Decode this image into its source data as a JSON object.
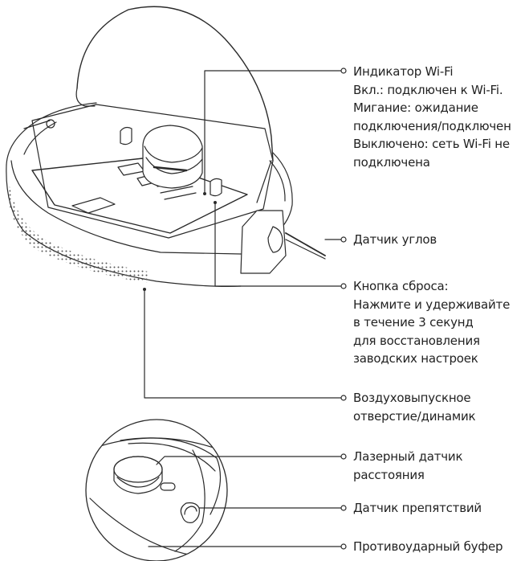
{
  "callouts": {
    "wifi": {
      "lines": [
        "Индикатор Wi-Fi",
        "Вкл.: подключен к Wi-Fi.",
        "Мигание: ожидание",
        "подключения/подключен",
        "Выключено: сеть Wi-Fi не",
        "подключена"
      ]
    },
    "angle": {
      "lines": [
        "Датчик углов"
      ]
    },
    "reset": {
      "lines": [
        "Кнопка сброса:",
        "Нажмите и удерживайте",
        "в течение 3 секунд",
        "для восстановления",
        "заводских настроек"
      ]
    },
    "vent": {
      "lines": [
        "Воздуховыпускное",
        "отверстие/динамик"
      ]
    },
    "laser": {
      "lines": [
        "Лазерный датчик",
        "расстояния"
      ]
    },
    "obstacle": {
      "lines": [
        "Датчик препятствий"
      ]
    },
    "bumper": {
      "lines": [
        "Противоударный буфер"
      ]
    }
  },
  "colors": {
    "line": "#2a2a2a",
    "text": "#222222"
  }
}
